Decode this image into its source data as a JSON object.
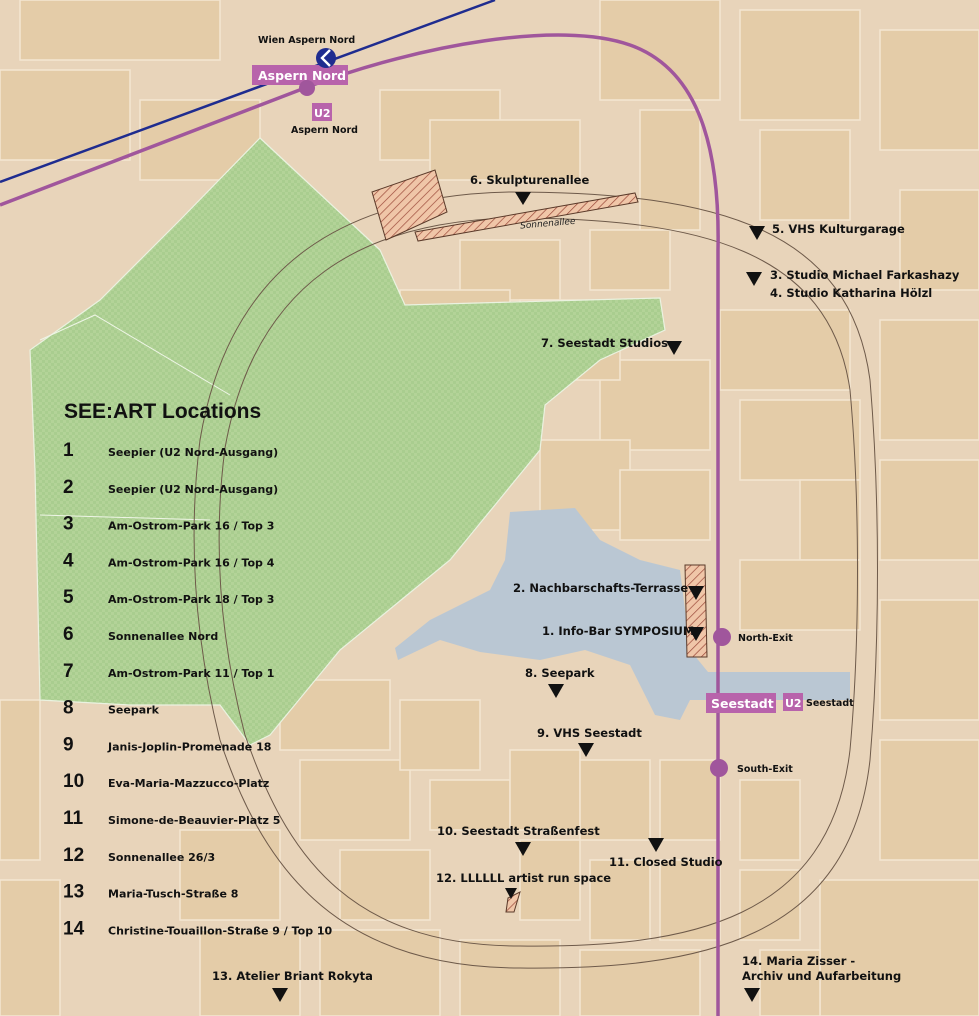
{
  "legend": {
    "title": "SEE:ART Locations",
    "items": [
      {
        "num": "1",
        "address": "Seepier (U2 Nord-Ausgang)"
      },
      {
        "num": "2",
        "address": "Seepier (U2 Nord-Ausgang)"
      },
      {
        "num": "3",
        "address": "Am-Ostrom-Park 16 / Top 3"
      },
      {
        "num": "4",
        "address": "Am-Ostrom-Park 16 / Top 4"
      },
      {
        "num": "5",
        "address": "Am-Ostrom-Park 18 / Top 3"
      },
      {
        "num": "6",
        "address": "Sonnenallee Nord"
      },
      {
        "num": "7",
        "address": "Am-Ostrom-Park 11 / Top 1"
      },
      {
        "num": "8",
        "address": "Seepark"
      },
      {
        "num": "9",
        "address": "Janis-Joplin-Promenade 18"
      },
      {
        "num": "10",
        "address": "Eva-Maria-Mazzucco-Platz"
      },
      {
        "num": "11",
        "address": "Simone-de-Beauvier-Platz 5"
      },
      {
        "num": "12",
        "address": "Sonnenallee 26/3"
      },
      {
        "num": "13",
        "address": "Maria-Tusch-Straße 8"
      },
      {
        "num": "14",
        "address": "Christine-Touaillon-Straße 9 / Top 10"
      }
    ]
  },
  "markers": {
    "m1": "1. Info-Bar SYMPOSIUM",
    "m2": "2. Nachbarschafts-Terrasse",
    "m3": "3. Studio Michael Farkashazy",
    "m4": "4. Studio Katharina Hölzl",
    "m5": "5. VHS Kulturgarage",
    "m6": "6. Skulpturenallee",
    "m7": "7. Seestadt Studios",
    "m8": "8. Seepark",
    "m9": "9. VHS Seestadt",
    "m10": "10. Seestadt Straßenfest",
    "m11": "11. Closed Studio",
    "m12": "12. LLLLLL artist run space",
    "m13": "13. Atelier Briant Rokyta",
    "m14a": "14. Maria Zisser -",
    "m14b": "Archiv und Aufarbeitung"
  },
  "stations": {
    "aspern_nord": "Aspern Nord",
    "wien_aspern_nord": "Wien Aspern Nord",
    "aspern_nord_small": "Aspern Nord",
    "seestadt": "Seestadt",
    "seestadt_small": "Seestadt",
    "u2": "U2",
    "north_exit": "North-Exit",
    "south_exit": "South-Exit"
  },
  "roads": {
    "sonnenallee": "Sonnenallee"
  },
  "colors": {
    "background": "#e8d4ba",
    "block": "#e2c9a4",
    "park": "#b5d49a",
    "lake": "#b9c6d4",
    "u2_line": "#a0569c",
    "rail_line": "#1f2c8f",
    "station_badge": "#b863ab"
  }
}
